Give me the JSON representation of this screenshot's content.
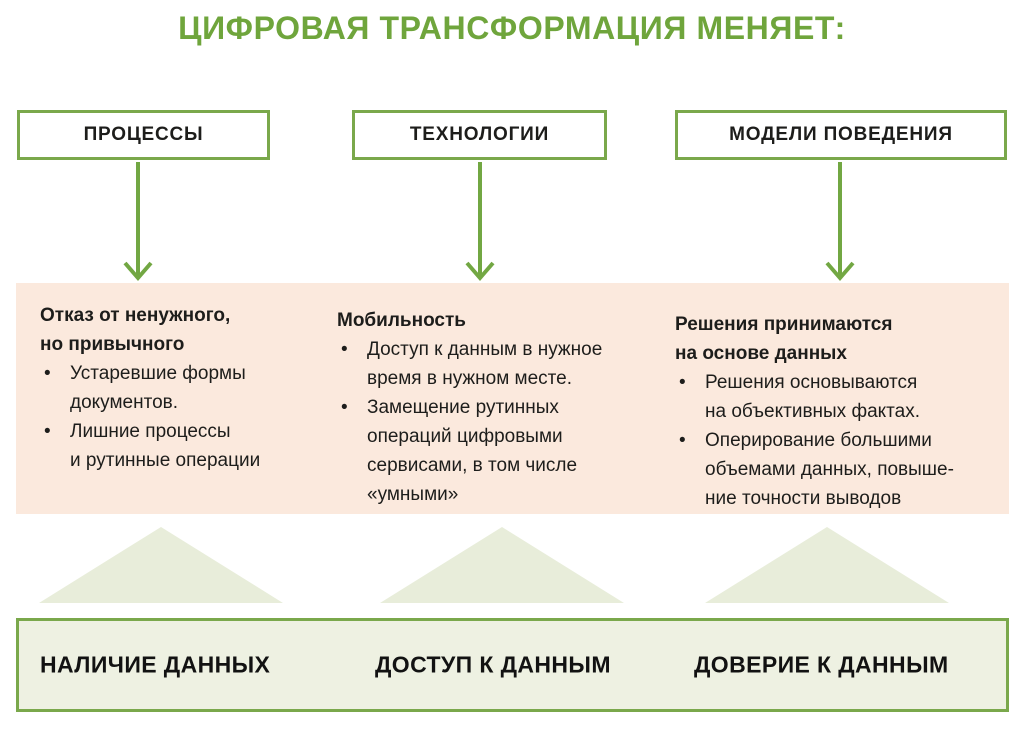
{
  "title": "ЦИФРОВАЯ ТРАНСФОРМАЦИЯ МЕНЯЕТ:",
  "colors": {
    "accent_green": "#6fa53c",
    "border_green": "#7aa84b",
    "band_peach": "#fbe9dd",
    "triangle_green": "#e8edda",
    "footer_fill": "#eef1e2",
    "text": "#1d1d1b"
  },
  "columns": [
    {
      "box_label": "ПРОЦЕССЫ",
      "heading": "Отказ от ненужного,\nно привычного",
      "bullets": [
        "Устаревшие формы\nдокументов.",
        "Лишние процессы\nи рутинные операции"
      ],
      "footer_label": "НАЛИЧИЕ ДАННЫХ"
    },
    {
      "box_label": "ТЕХНОЛОГИИ",
      "heading": "Мобильность",
      "bullets": [
        "Доступ к данным в нужное\nвремя в нужном месте.",
        "Замещение рутинных\nопераций цифровыми\nсервисами, в том числе\n«умными»"
      ],
      "footer_label": "ДОСТУП К ДАННЫМ"
    },
    {
      "box_label": "МОДЕЛИ ПОВЕДЕНИЯ",
      "heading": "Решения принимаются\nна основе данных",
      "bullets": [
        "Решения основываются\nна объективных фактах.",
        "Оперирование большими\nобъемами данных, повыше-\nние точности выводов"
      ],
      "footer_label": "ДОВЕРИЕ К ДАННЫМ"
    }
  ],
  "bullet_glyph": "•"
}
